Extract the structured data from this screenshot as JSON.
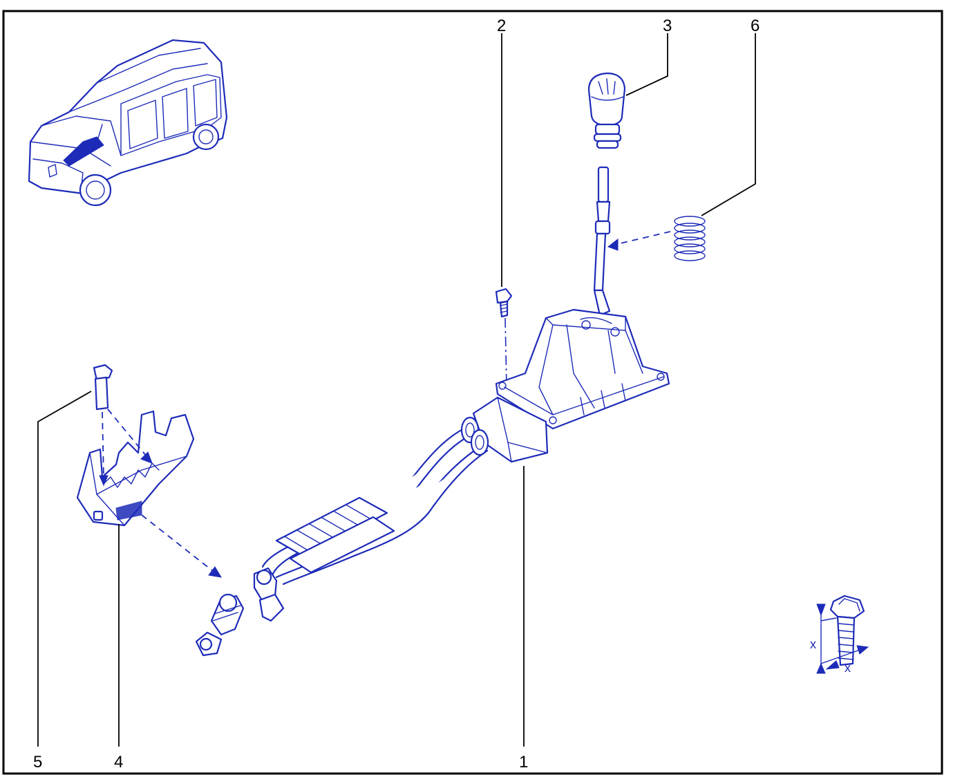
{
  "diagram": {
    "colors": {
      "line_art": "#1d2bb8",
      "callouts": "#000000",
      "frame": "#000000",
      "background": "#ffffff"
    },
    "callouts": [
      {
        "id": "1",
        "label": "1"
      },
      {
        "id": "2",
        "label": "2"
      },
      {
        "id": "3",
        "label": "3"
      },
      {
        "id": "4",
        "label": "4"
      },
      {
        "id": "5",
        "label": "5"
      },
      {
        "id": "6",
        "label": "6"
      }
    ],
    "torque_legend": {
      "dimension_label_left": "x",
      "dimension_label_bottom": "x"
    },
    "icons": [
      "vehicle-icon",
      "gear-knob-icon",
      "spring-icon",
      "bolt-icon",
      "gear-lever-housing-icon",
      "bracket-icon",
      "cable-icon",
      "torque-bolt-icon"
    ]
  }
}
